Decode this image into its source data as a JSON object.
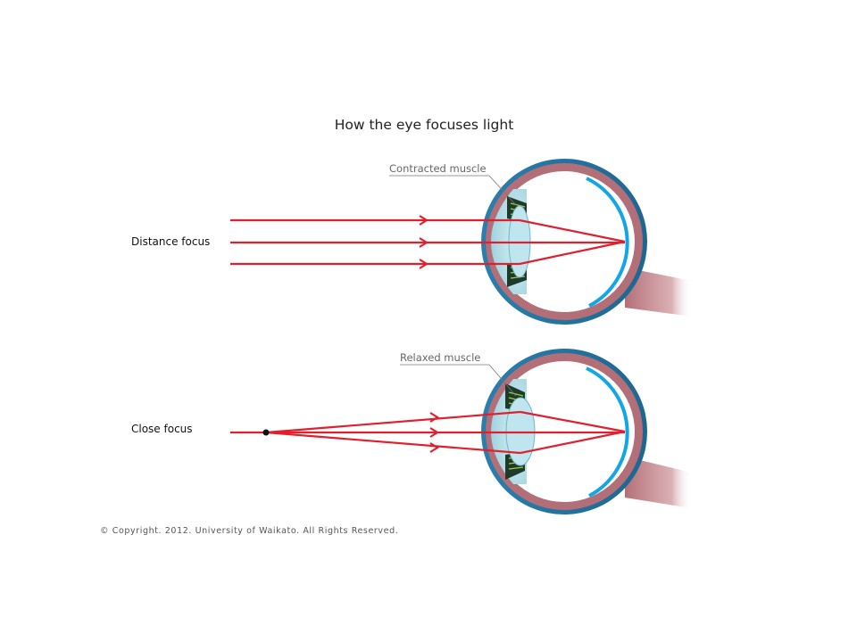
{
  "title": "How the eye focuses light",
  "labels": {
    "distance": "Distance focus",
    "close": "Close focus",
    "contracted": "Contracted muscle",
    "relaxed": "Relaxed muscle"
  },
  "copyright": "© Copyright. 2012. University of Waikato. All Rights Reserved.",
  "colors": {
    "ray": "#e0202e",
    "retina": "#12a6e6",
    "sclera_outer": "#1e6f9c",
    "eye_wall": "#b36f77",
    "lens": "#bfe6ee",
    "cornea": "#a9d9e4",
    "muscle": "#1f3a2b",
    "muscle_fiber": "#9fcf3a"
  },
  "icons": {
    "arrowhead": "arrowhead-icon",
    "source_point": "point-source-icon"
  }
}
